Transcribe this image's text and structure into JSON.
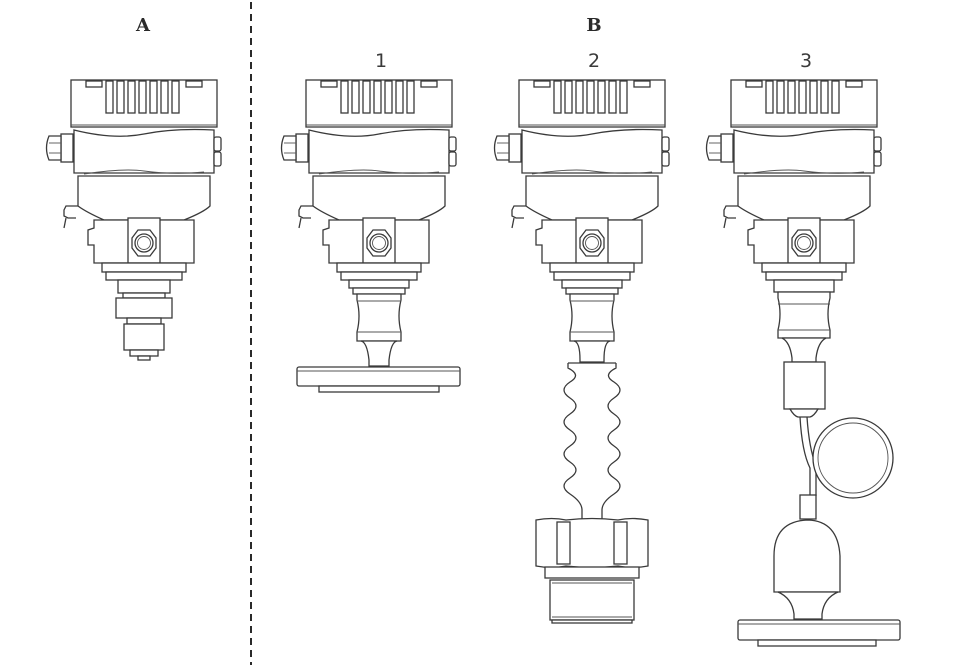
{
  "figure": {
    "groups": [
      {
        "id": "A",
        "label": "A"
      },
      {
        "id": "B",
        "label": "B"
      }
    ],
    "variants": [
      {
        "id": "1",
        "label": "1",
        "process_connection": "flush-flange"
      },
      {
        "id": "2",
        "label": "2",
        "process_connection": "bellows-isolator-threaded"
      },
      {
        "id": "3",
        "label": "3",
        "process_connection": "capillary-diaphragm-seal"
      }
    ],
    "divider": "dashed-vertical",
    "colors": {
      "line": "#3a3a3a",
      "background": "#ffffff",
      "text": "#2a2a2a"
    }
  }
}
